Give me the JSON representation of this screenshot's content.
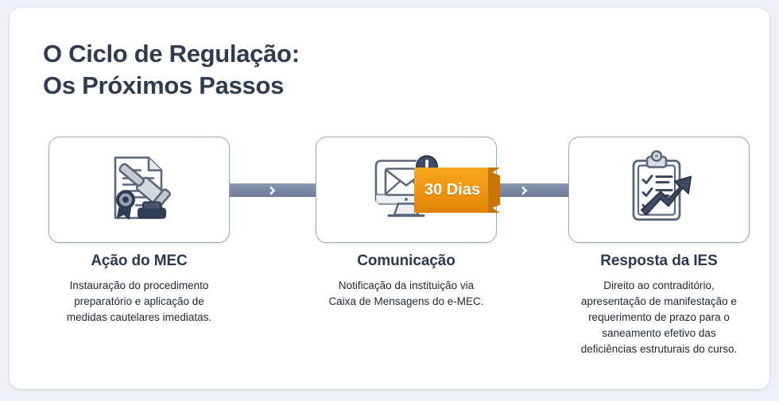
{
  "page": {
    "title": "O Ciclo de Regulação:\nOs Próximos Passos",
    "background_color": "#eef0f5",
    "panel_color": "#ffffff",
    "title_color": "#303b50"
  },
  "badge": {
    "label": "30 Dias",
    "color": "#f0930e",
    "fold_color": "#c87608",
    "text_color": "#ffffff"
  },
  "connector": {
    "color": "#7a88a3",
    "chevron_color": "#ffffff",
    "icon": "chevron-right-icon"
  },
  "steps": [
    {
      "heading": "Ação do MEC",
      "body": "Instauração do procedimento\npreparatório e aplicação de\nmedidas cautelares imediatas.",
      "icon": "document-seal-gavel-icon"
    },
    {
      "heading": "Comunicação",
      "body": "Notificação da instituição via\nCaixa de Mensagens do e-MEC.",
      "icon": "monitor-envelope-alert-icon"
    },
    {
      "heading": "Resposta da IES",
      "body": "Direito ao contraditório,\napresentação de manifestação e\nrequerimento de prazo para o\nsaneamento efetivo das\ndeficiências estruturais do curso.",
      "icon": "clipboard-checklist-growth-arrow-icon"
    }
  ]
}
